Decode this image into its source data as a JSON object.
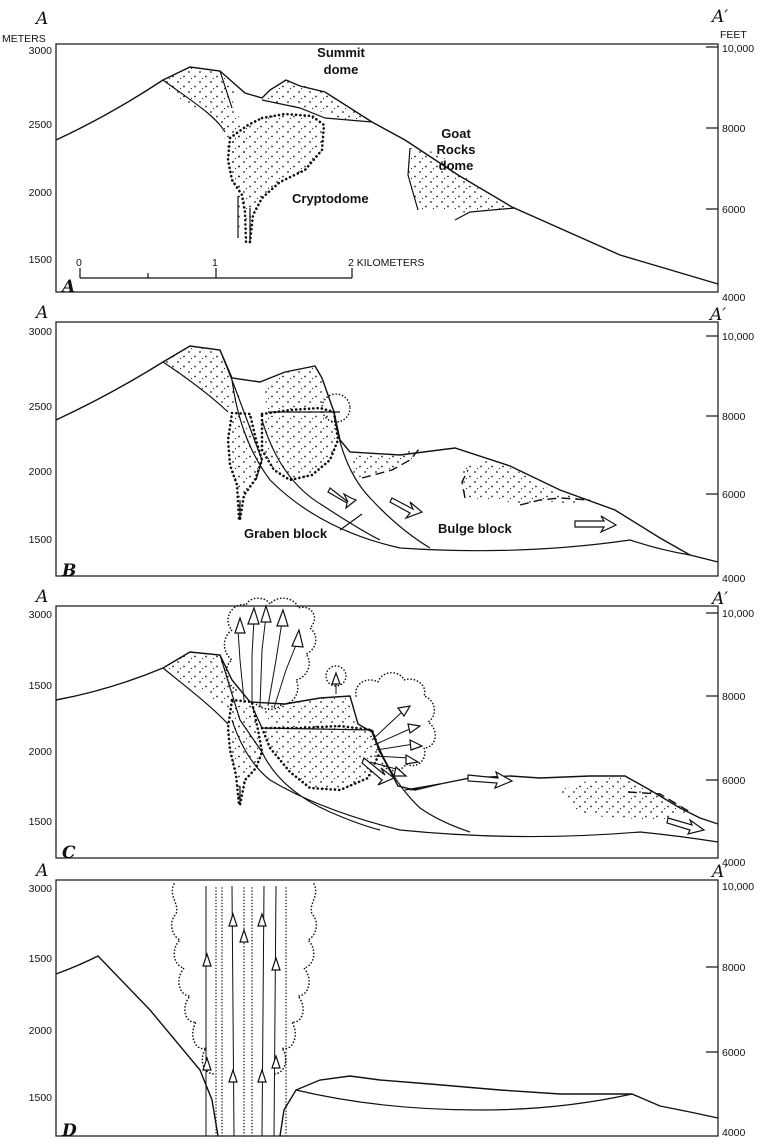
{
  "figure": {
    "panels": [
      {
        "id": "A",
        "left_label": "A",
        "right_label": "A′",
        "left_unit": "METERS",
        "right_unit": "FEET",
        "left_ticks": [
          "3000",
          "2500",
          "2000",
          "1500"
        ],
        "right_ticks": [
          "10,000",
          "8000",
          "6000",
          "4000"
        ],
        "scale": {
          "ticks": [
            "0",
            "1",
            "2 KILOMETERS"
          ]
        },
        "labels": {
          "summit_dome_1": "Summit",
          "summit_dome_2": "dome",
          "goat_1": "Goat",
          "goat_2": "Rocks",
          "goat_3": "dome",
          "cryptodome": "Cryptodome"
        }
      },
      {
        "id": "B",
        "left_label": "A",
        "right_label": "A′",
        "left_ticks": [
          "3000",
          "2500",
          "2000",
          "1500"
        ],
        "right_ticks": [
          "10,000",
          "8000",
          "6000",
          "4000"
        ],
        "labels": {
          "graben": "Graben block",
          "bulge": "Bulge block"
        }
      },
      {
        "id": "C",
        "left_label": "A",
        "right_label": "A′",
        "left_ticks": [
          "3000",
          "1500",
          "2000",
          "1500"
        ],
        "right_ticks": [
          "10,000",
          "8000",
          "6000",
          "4000"
        ]
      },
      {
        "id": "D",
        "left_label": "A",
        "right_label": "A′",
        "left_ticks": [
          "3000",
          "1500",
          "2000",
          "1500"
        ],
        "right_ticks": [
          "10,000",
          "8000",
          "6000",
          "4000"
        ]
      }
    ]
  }
}
